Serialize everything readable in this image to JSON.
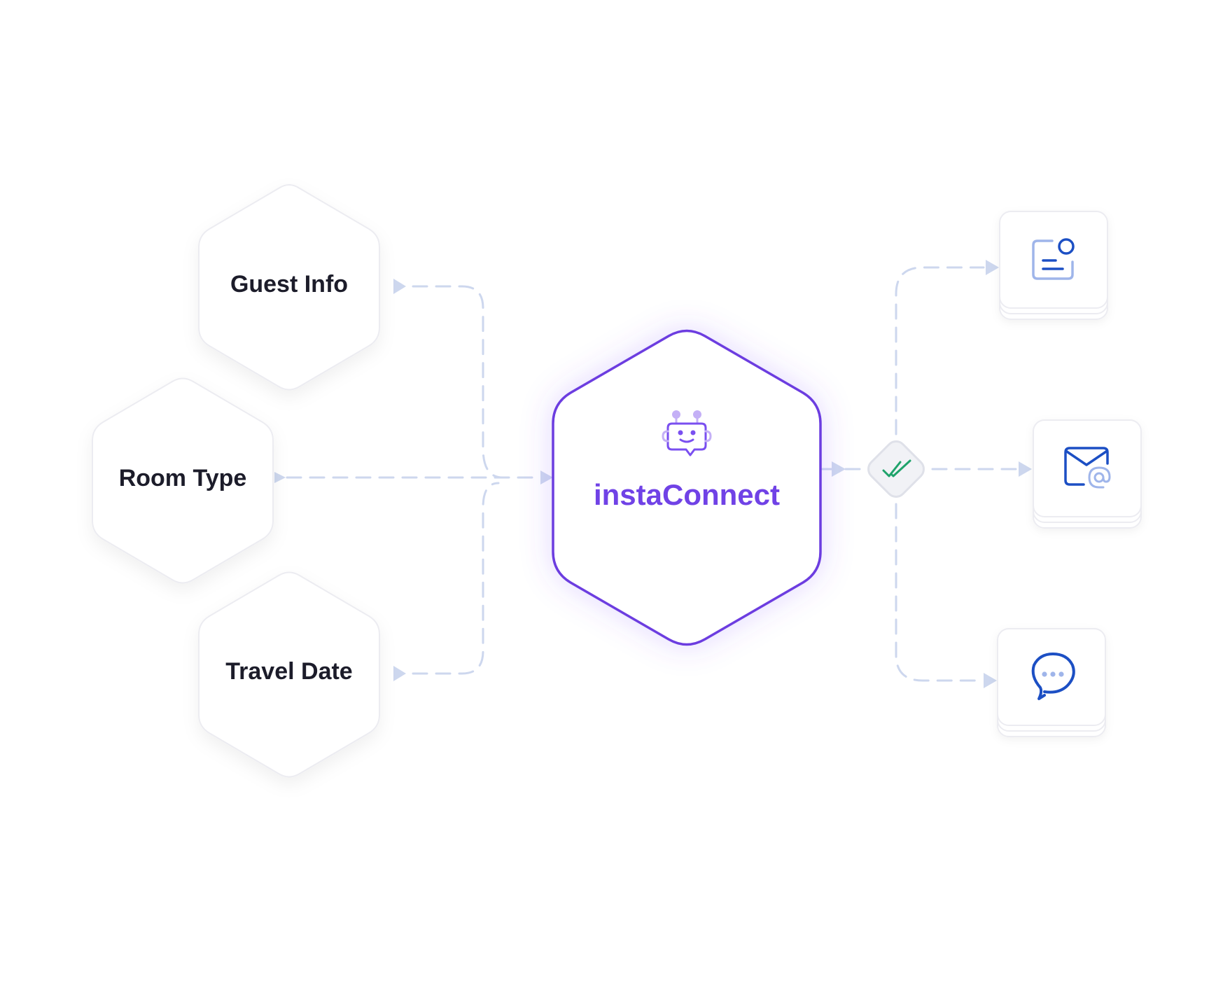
{
  "inputs": [
    {
      "label": "Guest Info"
    },
    {
      "label": "Room Type"
    },
    {
      "label": "Travel Date"
    }
  ],
  "hub": {
    "label": "instaConnect",
    "icon": "chatbot-icon"
  },
  "gate": {
    "icon": "double-check-icon"
  },
  "outputs": [
    {
      "icon": "notification-card-icon"
    },
    {
      "icon": "email-at-icon"
    },
    {
      "icon": "chat-bubble-icon"
    }
  ],
  "colors": {
    "accent": "#6c3ce0",
    "hub_text": "#7042e6",
    "connector": "#cdd7ee",
    "output_icon": "#1a4fc4",
    "check": "#1fa36b",
    "node_text": "#1b1d29"
  }
}
